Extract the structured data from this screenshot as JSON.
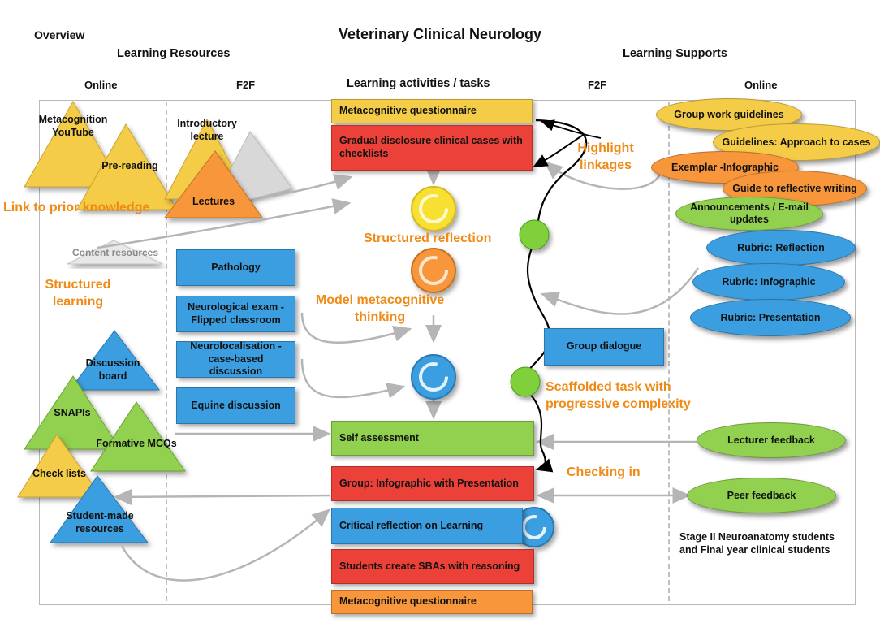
{
  "title": "Veterinary Clinical Neurology",
  "overview": "Overview",
  "resources_header": "Learning Resources",
  "supports_header": "Learning Supports",
  "columns": {
    "online_left": "Online",
    "f2f_left": "F2F",
    "activities": "Learning activities / tasks",
    "f2f_right": "F2F",
    "online_right": "Online"
  },
  "triangles": {
    "metacognition": "Metacognition YouTube",
    "prereading": "Pre-reading",
    "introductory": "Introductory lecture",
    "lectures": "Lectures",
    "content": "Content resources",
    "discussion": "Discussion board",
    "snapis": "SNAPIs",
    "formative": "Formative MCQs",
    "checklists": "Check lists",
    "student_made": "Student-made resources"
  },
  "f2f_boxes": {
    "pathology": "Pathology",
    "neuro_exam": "Neurological exam - Flipped classroom",
    "neurolocalisation": "Neurolocalisation - case-based discussion",
    "equine": "Equine discussion"
  },
  "activities": {
    "questionnaire_top": "Metacognitive questionnaire",
    "gradual": "Gradual disclosure clinical cases with checklists",
    "self_assessment": "Self assessment",
    "infographic": "Group: Infographic with Presentation",
    "critical": "Critical reflection on Learning",
    "sbas": "Students create SBAs with reasoning",
    "questionnaire_bottom": "Metacognitive questionnaire"
  },
  "supports": {
    "group_work": "Group work guidelines",
    "approach": "Guidelines: Approach to cases",
    "exemplar": "Exemplar -Infographic",
    "guide_reflective": "Guide to reflective writing",
    "announcements": "Announcements / E-mail updates",
    "rubric_reflection": "Rubric: Reflection",
    "rubric_infographic": "Rubric: Infographic",
    "rubric_presentation": "Rubric: Presentation",
    "group_dialogue": "Group dialogue",
    "lecturer_feedback": "Lecturer feedback",
    "peer_feedback": "Peer feedback"
  },
  "annotations": {
    "link_prior": "Link to prior knowledge",
    "structured_learning": "Structured learning",
    "structured_reflection": "Structured reflection",
    "model_metacognitive": "Model metacognitive thinking",
    "highlight_linkages": "Highlight linkages",
    "scaffolded": "Scaffolded task with progressive complexity",
    "checking_in": "Checking in"
  },
  "footnote": "Stage II Neuroanatomy students and Final year clinical students",
  "colors": {
    "yellow": "#f4cc47",
    "red": "#ec4138",
    "green": "#92d050",
    "orange": "#f7963b",
    "blue": "#3b9ee0",
    "annotation": "#f08a16"
  }
}
